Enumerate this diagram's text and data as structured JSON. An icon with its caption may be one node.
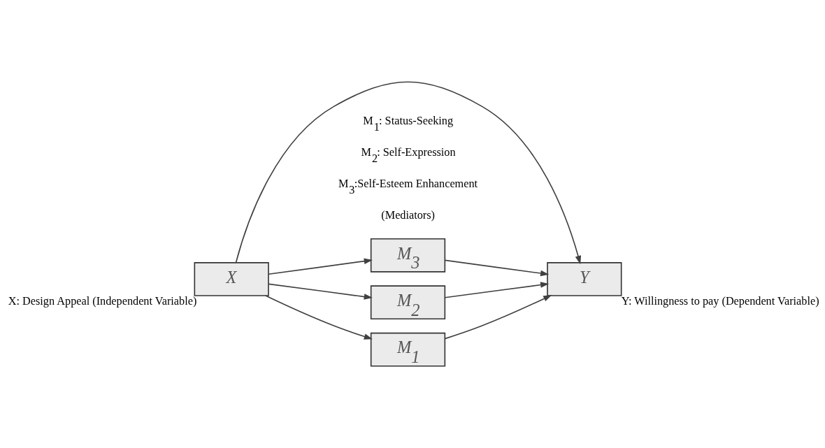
{
  "diagram": {
    "nodes": [
      {
        "text": [
          "X"
        ],
        "beside": [
          "X: Design Appeal (Independent Variable)"
        ]
      },
      {
        "text": [
          "M$_{3}$"
        ]
      },
      {
        "text": [
          "M$_{2}$"
        ]
      },
      {
        "text": [
          "M$_{1}$"
        ]
      },
      {
        "text": [
          "Y"
        ],
        "beside": [
          "Y: Willingness to pay (Dependent Variable)"
        ]
      }
    ],
    "edges": [
      {
        "from": 0,
        "to": 1,
        "arrow": "to"
      },
      {
        "from": 0,
        "to": 2,
        "arrow": "to"
      },
      {
        "from": 0,
        "to": 3,
        "arrow": "to"
      },
      {
        "from": 0,
        "to": 4,
        "arrow": "to"
      },
      {
        "from": 1,
        "to": 4,
        "arrow": "to"
      },
      {
        "from": 2,
        "to": 4,
        "arrow": "to"
      },
      {
        "from": 3,
        "to": 4,
        "arrow": "to"
      }
    ],
    "labels": [
      "M$_{1}$: Status-Seeking",
      "M$_{2}$: Self-Expression",
      "M$_{3}$:Self-Esteem Enhancement",
      "(Mediators)"
    ]
  }
}
